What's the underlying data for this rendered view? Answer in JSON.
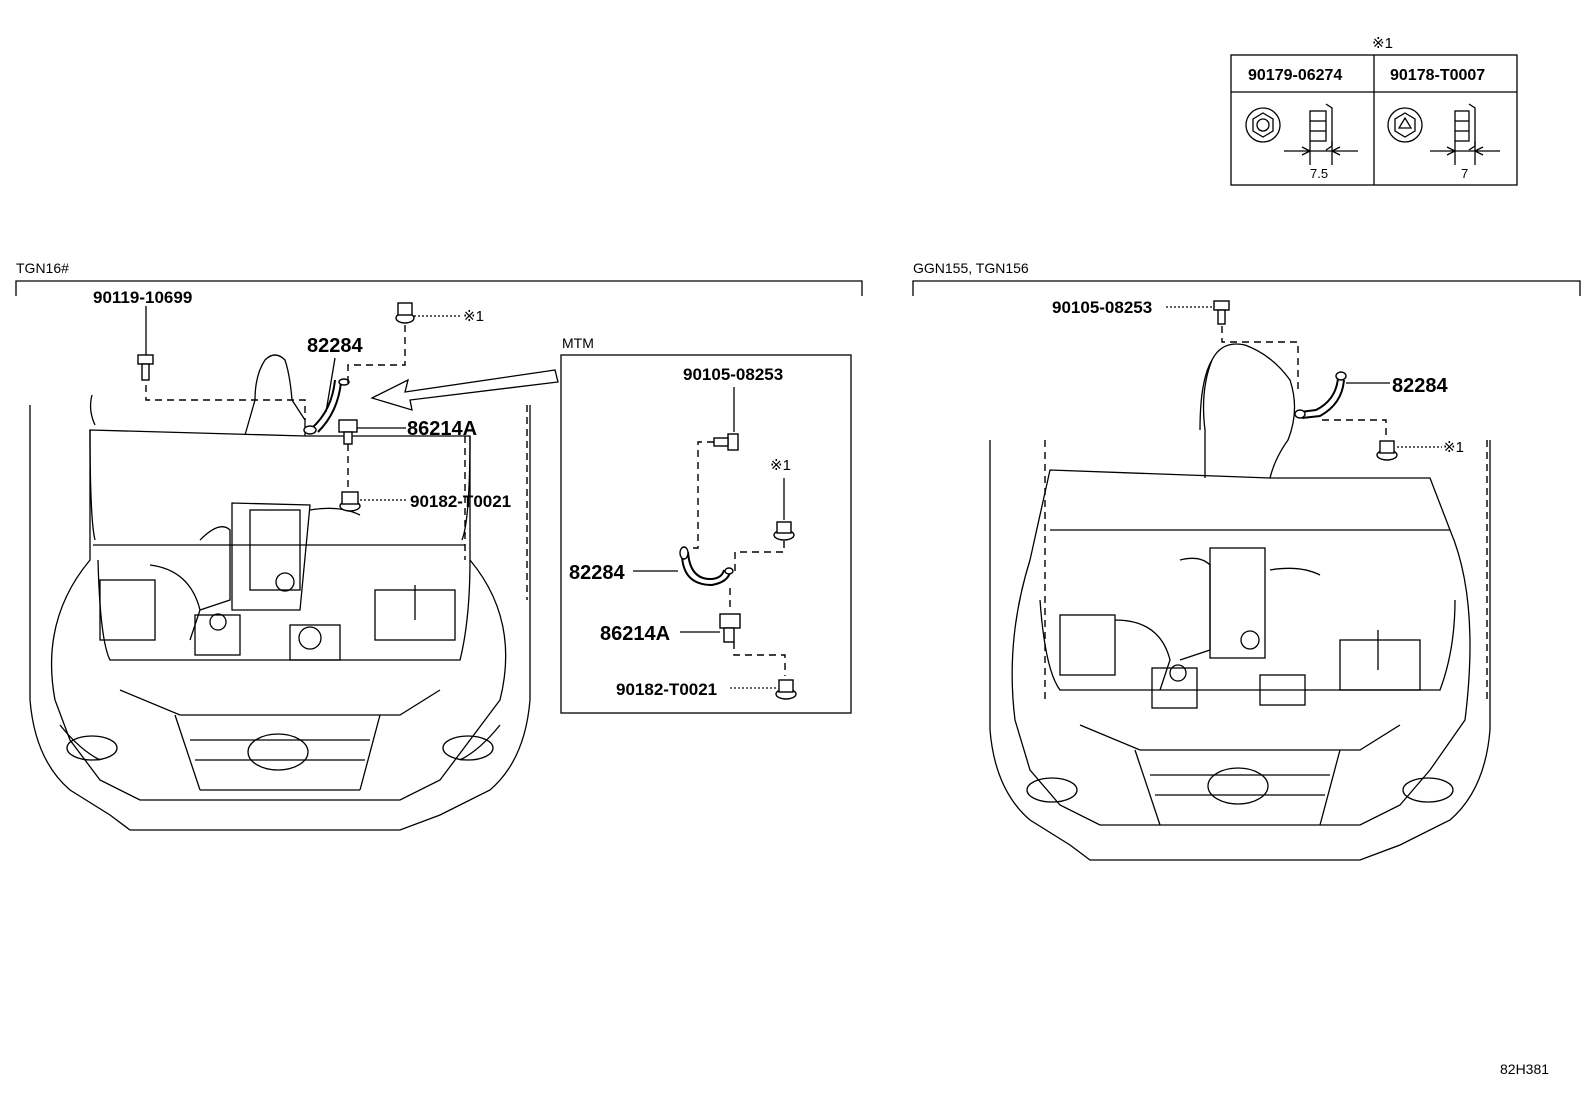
{
  "legend": {
    "mark": "※1",
    "columns": [
      {
        "part": "90179-06274",
        "dim": "7.5"
      },
      {
        "part": "90178-T0007",
        "dim": "7"
      }
    ]
  },
  "left": {
    "group": "TGN16#",
    "labels": {
      "bolt": "90119-10699",
      "strap": "82284",
      "bracket": "86214A",
      "nut": "90182-T0021",
      "mark": "※1"
    }
  },
  "detail": {
    "title": "MTM",
    "labels": {
      "bolt": "90105-08253",
      "mark": "※1",
      "strap": "82284",
      "bracket": "86214A",
      "nut": "90182-T0021"
    }
  },
  "right": {
    "group": "GGN155, TGN156",
    "labels": {
      "bolt": "90105-08253",
      "strap": "82284",
      "mark": "※1"
    }
  },
  "diagram_code": "82H381"
}
